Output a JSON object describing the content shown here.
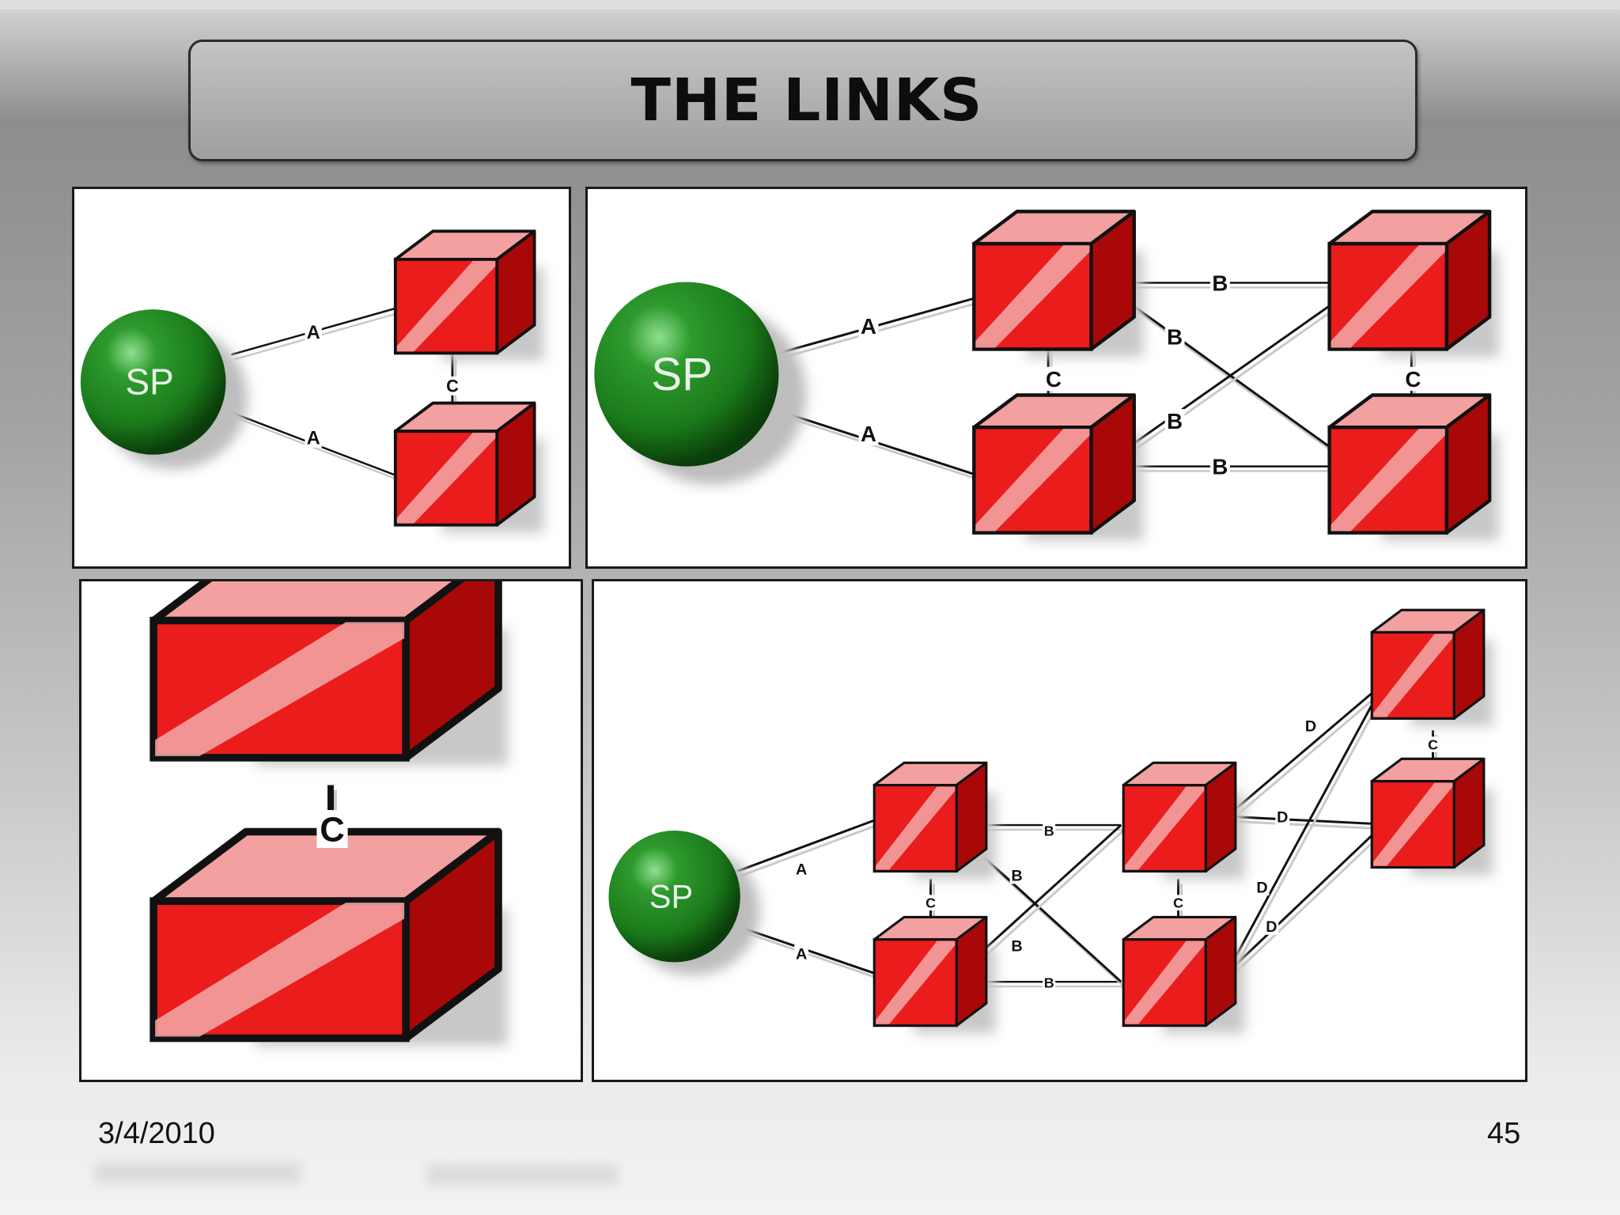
{
  "slide": {
    "title": "THE LINKS",
    "date": "3/4/2010",
    "page_number": "45"
  },
  "colors": {
    "cube_front": "#ea1c1c",
    "cube_top": "#f2a0a0",
    "cube_side": "#a80808",
    "sphere": "#1a7a1a"
  },
  "diagrams": {
    "panel1": {
      "sphere_label": "SP",
      "link_labels": [
        "A",
        "A",
        "C"
      ]
    },
    "panel2": {
      "sphere_label": "SP",
      "link_labels": [
        "A",
        "A",
        "B",
        "B",
        "B",
        "B",
        "C",
        "C"
      ]
    },
    "panel3": {
      "link_labels": [
        "C"
      ]
    },
    "panel4": {
      "sphere_label": "SP",
      "link_labels": [
        "A",
        "A",
        "B",
        "B",
        "B",
        "B",
        "C",
        "C",
        "C",
        "D",
        "D",
        "D",
        "D"
      ]
    }
  }
}
